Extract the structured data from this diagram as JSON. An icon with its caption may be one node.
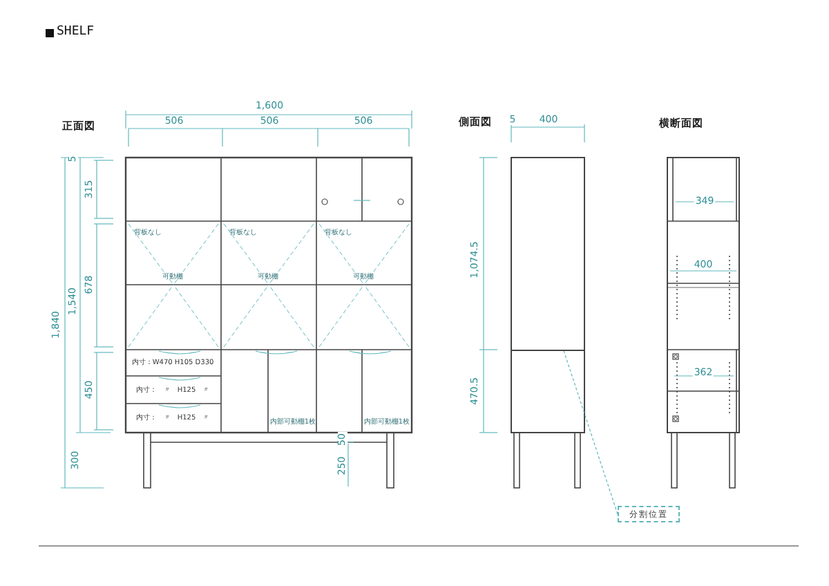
{
  "diagram": {
    "title": "SHELF",
    "nodes": [
      {
        "text": [
          "分割位置"
        ]
      },
      {
        "text": [],
        "shape": "line"
      }
    ],
    "edges": [
      {
        "from": 0,
        "to": 1,
        "arrow": "none",
        "style": "dashed"
      }
    ],
    "labels": [
      "正面図",
      "1,600",
      "506",
      "506",
      "506",
      "側面図",
      "5",
      "400",
      "横断面図",
      "5",
      "315",
      "1,840",
      "1,540",
      "678",
      "450",
      "300",
      "背板なし",
      "背板なし",
      "背板なし",
      "可動棚",
      "可動棚",
      "可動棚",
      "349",
      "400",
      "1,074.5",
      "470.5",
      "362",
      "内寸：W470 H105 D330",
      "内寸：　〃　H125　〃",
      "内寸：　〃　H125　〃",
      "内部可動棚1枚",
      "内部可動棚1枚",
      "50",
      "250"
    ]
  }
}
